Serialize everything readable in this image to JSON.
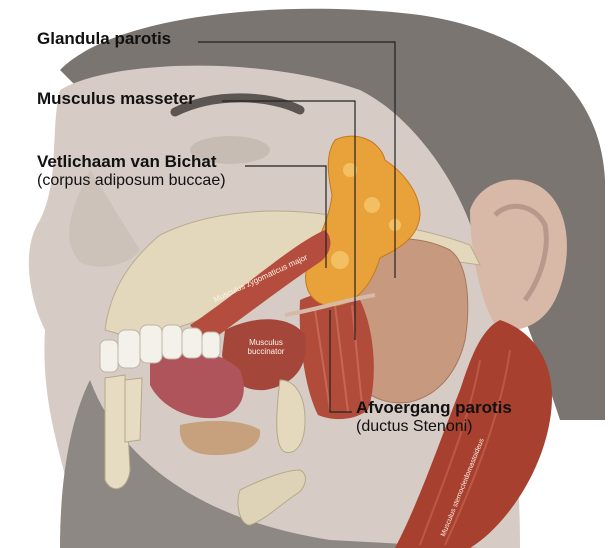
{
  "labels": {
    "parotis": "Glandula parotis",
    "masseter": "Musculus masseter",
    "bichat_main": "Vetlichaam van Bichat",
    "bichat_sub": "(corpus adiposum buccae)",
    "duct_main": "Afvoergang parotis",
    "duct_sub": "(ductus Stenoni)"
  },
  "muscle_labels": {
    "zygomaticus": "Musculus zygomaticus major",
    "buccinator_1": "Musculus",
    "buccinator_2": "buccinator",
    "scm": "Musculus sternocleidomastoideus"
  },
  "colors": {
    "skin": "#d9cfc8",
    "hair": "#6f6a67",
    "bone": "#e6dcc2",
    "muscle": "#b04a3b",
    "gland": "#c99a82",
    "fat": "#e8a133",
    "leader_line": "#222222"
  }
}
